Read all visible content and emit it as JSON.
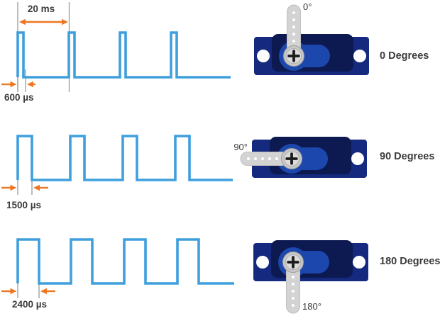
{
  "diagram": {
    "title": "servo-pwm-control-diagram",
    "period_label": "20 ms",
    "period_ms": 20,
    "num_pulses_shown": 4,
    "rows": [
      {
        "pulse_label": "600 µs",
        "pulse_width_us": 600,
        "angle_label": "0°",
        "angle_deg": 0,
        "degrees_label": "0 Degrees"
      },
      {
        "pulse_label": "1500 µs",
        "pulse_width_us": 1500,
        "angle_label": "90°",
        "angle_deg": 90,
        "degrees_label": "90 Degrees"
      },
      {
        "pulse_label": "2400 µs",
        "pulse_width_us": 2400,
        "angle_label": "180°",
        "angle_deg": 180,
        "degrees_label": "180 Degrees"
      }
    ],
    "colors": {
      "waveform_blue": "#3f9fdd",
      "arrow_orange": "#ed7622",
      "guide_gray": "#9c9c9c",
      "text_dark": "#3b3b3b",
      "servo_body": "#15297e",
      "servo_body_dark": "#0d1951",
      "servo_hub_blue": "#1c47ad",
      "servo_arm_gray": "#d3d3d3",
      "arm_dot_white": "#ffffff",
      "arm_dot_blue": "#2b57b8",
      "screw_dark": "#1c1c1c"
    }
  }
}
